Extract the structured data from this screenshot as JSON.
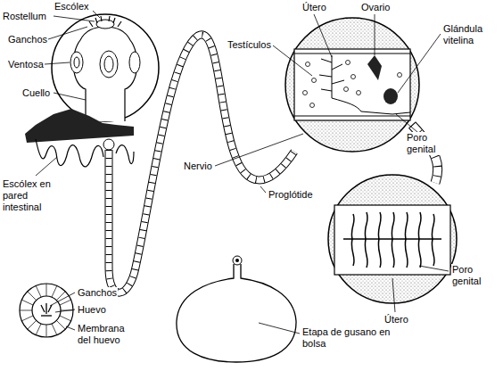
{
  "diagram": {
    "labels": [
      "Rostellum",
      "Escólex",
      "Útero",
      "Ovario",
      "Ganchos",
      "Testículos",
      "Glándula vitelina",
      "Ventosa",
      "Cuello",
      "Poro genital",
      "Nervio",
      "Escólex en pared intestinal",
      "Proglótide",
      "Poro genital",
      "Ganchos",
      "Útero",
      "Huevo",
      "Membrana del huevo",
      "Etapa de gusano en bolsa"
    ]
  }
}
